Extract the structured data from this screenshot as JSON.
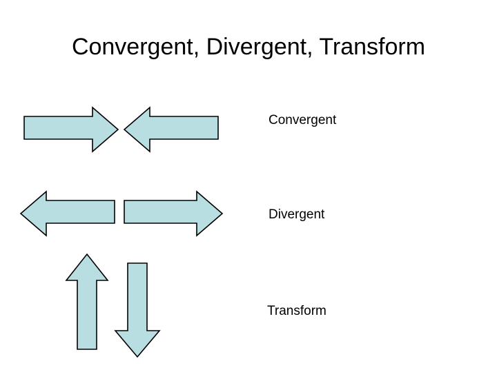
{
  "slide": {
    "title": "Convergent, Divergent, Transform",
    "background_color": "#ffffff",
    "text_color": "#000000"
  },
  "style": {
    "arrow_fill": "#b9dee2",
    "arrow_stroke": "#000000"
  },
  "rows": [
    {
      "id": "convergent",
      "label": "Convergent",
      "arrows": [
        {
          "name": "arrow-right",
          "direction": "right"
        },
        {
          "name": "arrow-left",
          "direction": "left"
        }
      ]
    },
    {
      "id": "divergent",
      "label": "Divergent",
      "arrows": [
        {
          "name": "arrow-left",
          "direction": "left"
        },
        {
          "name": "arrow-right",
          "direction": "right"
        }
      ]
    },
    {
      "id": "transform",
      "label": "Transform",
      "arrows": [
        {
          "name": "arrow-up",
          "direction": "up"
        },
        {
          "name": "arrow-down",
          "direction": "down"
        }
      ]
    }
  ]
}
